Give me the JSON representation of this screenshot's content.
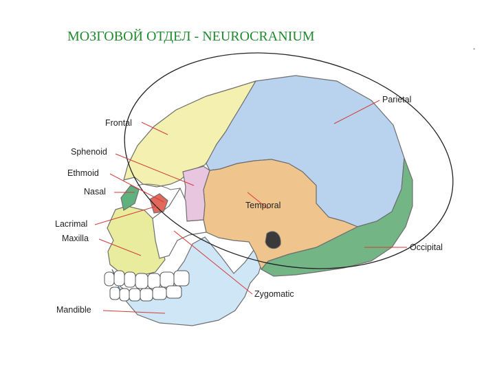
{
  "slide": {
    "title": "МОЗГОВОЙ ОТДЕЛ - NEUROCRANIUM",
    "corner_mark": "-"
  },
  "colors": {
    "title": "#1f8a2e",
    "frontal": "#f4f1b0",
    "parietal": "#b9d3ee",
    "temporal": "#efc48d",
    "occipital": "#73b585",
    "sphenoid": "#e8c6df",
    "ethmoid": "#e2685b",
    "nasal": "#5fb27d",
    "maxilla": "#e9ec9c",
    "mandible": "#cfe6f6",
    "zygomatic": "#ffffff",
    "leader_lines": "#d43a3a",
    "neurocranium_ellipse": "#222222"
  },
  "labels": {
    "frontal": "Frontal",
    "parietal": "Parietal",
    "sphenoid": "Sphenoid",
    "ethmoid": "Ethmoid",
    "nasal": "Nasal",
    "temporal": "Temporal",
    "lacrimal": "Lacrimal",
    "maxilla": "Maxilla",
    "occipital": "Occipital",
    "zygomatic": "Zygomatic",
    "mandible": "Mandible"
  }
}
